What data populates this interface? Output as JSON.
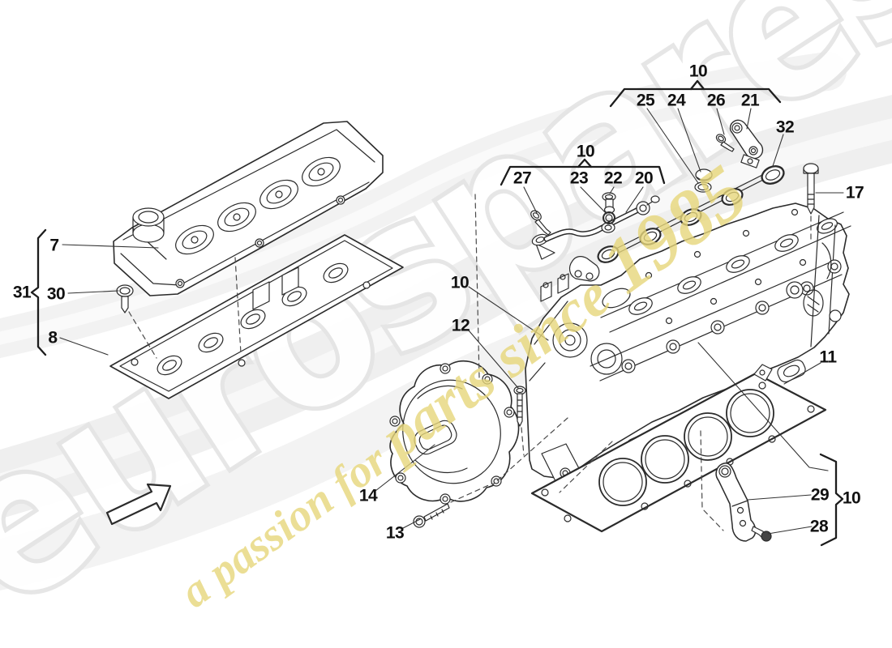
{
  "watermark": {
    "brand": "eurospares",
    "brand_color": "#e5e5e5",
    "tagline_a": "a passion for ",
    "tagline_b": "parts since ",
    "tagline_c": "1985",
    "tagline_color": "#e7d77b"
  },
  "diagram": {
    "line_color": "#2b2b2b",
    "background_color": "#ffffff"
  },
  "callouts": [
    "10",
    "25",
    "24",
    "26",
    "21",
    "32",
    "17",
    "10",
    "27",
    "23",
    "22",
    "20",
    "7",
    "30",
    "8",
    "31",
    "10",
    "12",
    "14",
    "13",
    "11",
    "29",
    "10",
    "28"
  ]
}
